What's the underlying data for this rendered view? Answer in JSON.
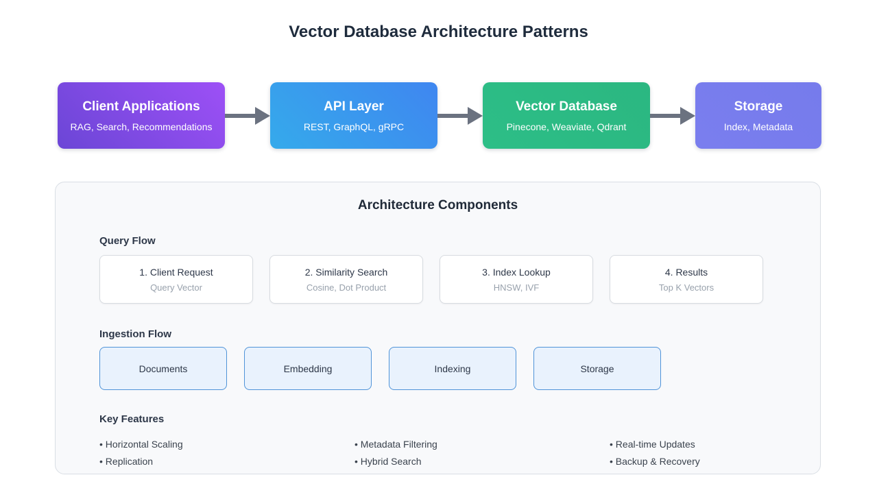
{
  "page": {
    "title": "Vector Database Architecture Patterns"
  },
  "flow": {
    "arrow_color": "#6b7280",
    "nodes": [
      {
        "title": "Client Applications",
        "subtitle": "RAG, Search, Recommendations",
        "color_start": "#6b46d6",
        "color_end": "#9d50f6"
      },
      {
        "title": "API Layer",
        "subtitle": "REST, GraphQL, gRPC",
        "color_start": "#35aaeb",
        "color_end": "#3f86f0"
      },
      {
        "title": "Vector Database",
        "subtitle": "Pinecone, Weaviate, Qdrant",
        "color_start": "#2dbe87",
        "color_end": "#2bb781"
      },
      {
        "title": "Storage",
        "subtitle": "Index, Metadata",
        "color_start": "#7a7eee",
        "color_end": "#767bec"
      }
    ]
  },
  "panel": {
    "title": "Architecture Components",
    "colors": {
      "panel_bg": "#f8f9fb",
      "ingest_bg": "#e9f2fd",
      "ingest_border": "#4f93d8"
    },
    "query_flow": {
      "heading": "Query Flow",
      "cards": [
        {
          "title": "1. Client Request",
          "subtitle": "Query Vector"
        },
        {
          "title": "2. Similarity Search",
          "subtitle": "Cosine, Dot Product"
        },
        {
          "title": "3. Index Lookup",
          "subtitle": "HNSW, IVF"
        },
        {
          "title": "4. Results",
          "subtitle": "Top K Vectors"
        }
      ]
    },
    "ingestion_flow": {
      "heading": "Ingestion Flow",
      "items": [
        "Documents",
        "Embedding",
        "Indexing",
        "Storage"
      ]
    },
    "key_features": {
      "heading": "Key Features",
      "columns": [
        [
          "• Horizontal Scaling",
          "• Replication"
        ],
        [
          "• Metadata Filtering",
          "• Hybrid Search"
        ],
        [
          "• Real-time Updates",
          "• Backup & Recovery"
        ]
      ]
    }
  }
}
